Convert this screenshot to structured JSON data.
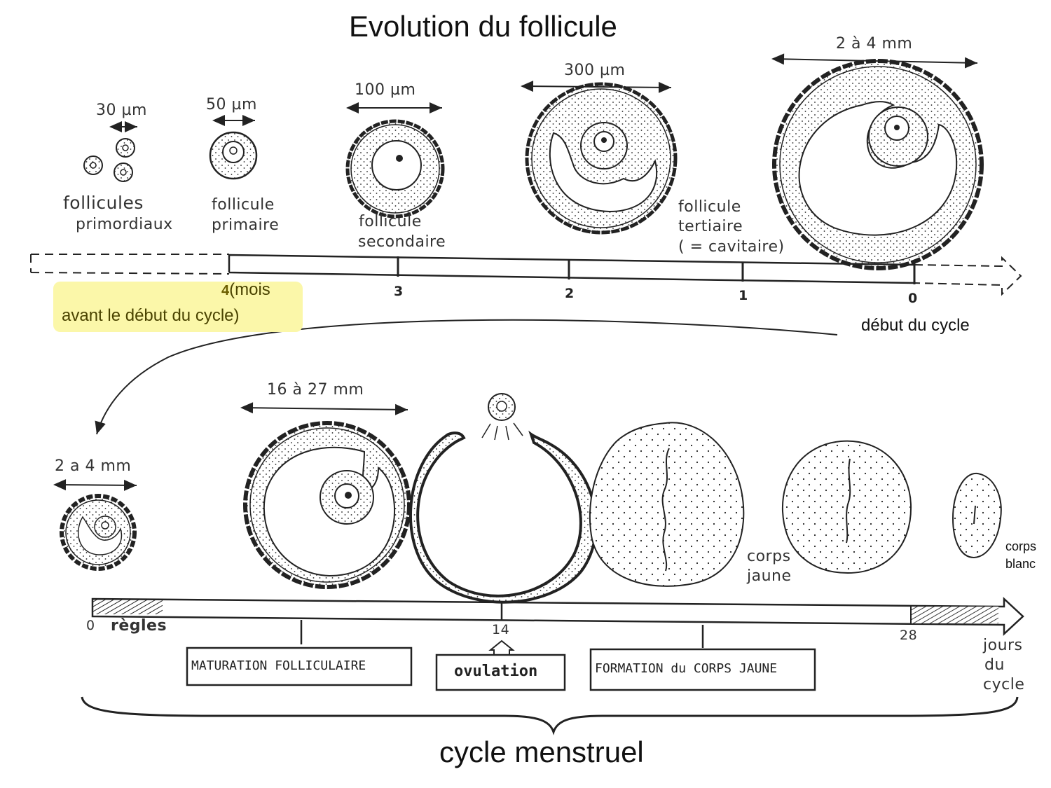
{
  "title": "Evolution du follicule",
  "top_stages": {
    "primordial": {
      "size": "30 µm",
      "label_line1": "follicules",
      "label_line2": "primordiaux"
    },
    "primary": {
      "size": "50 µm",
      "label_line1": "follicule",
      "label_line2": "primaire"
    },
    "secondary": {
      "size": "100 µm",
      "label_line1": "follicule",
      "label_line2": "secondaire"
    },
    "tertiary": {
      "size": "300 µm",
      "label_line1": "follicule",
      "label_line2": "tertiaire",
      "label_line3": "( = cavitaire)"
    },
    "preovulatory": {
      "size": "2 à 4 mm"
    }
  },
  "top_axis": {
    "ticks": [
      "3",
      "2",
      "1",
      "0"
    ],
    "highlight_number": "4",
    "highlight_line1": "(mois",
    "highlight_line2": "avant le début du cycle)",
    "cycle_start": "début du cycle",
    "highlight_color": "#fbf7a9"
  },
  "bottom_stages": {
    "start_follicle_size": "2 a 4 mm",
    "mature_size": "16 à 27 mm",
    "corps_jaune": {
      "line1": "corps",
      "line2": "jaune"
    },
    "corps_blanc": {
      "line1": "corps",
      "line2": "blanc"
    }
  },
  "bottom_axis": {
    "start": "0",
    "regles": "règles",
    "mid": "14",
    "end": "28",
    "units_line1": "jours",
    "units_line2": "du",
    "units_line3": "cycle"
  },
  "phases": {
    "maturation": "MATURATION FOLLICULAIRE",
    "ovulation": "ovulation",
    "formation": "FORMATION du CORPS JAUNE"
  },
  "brace_label": "cycle menstruel"
}
